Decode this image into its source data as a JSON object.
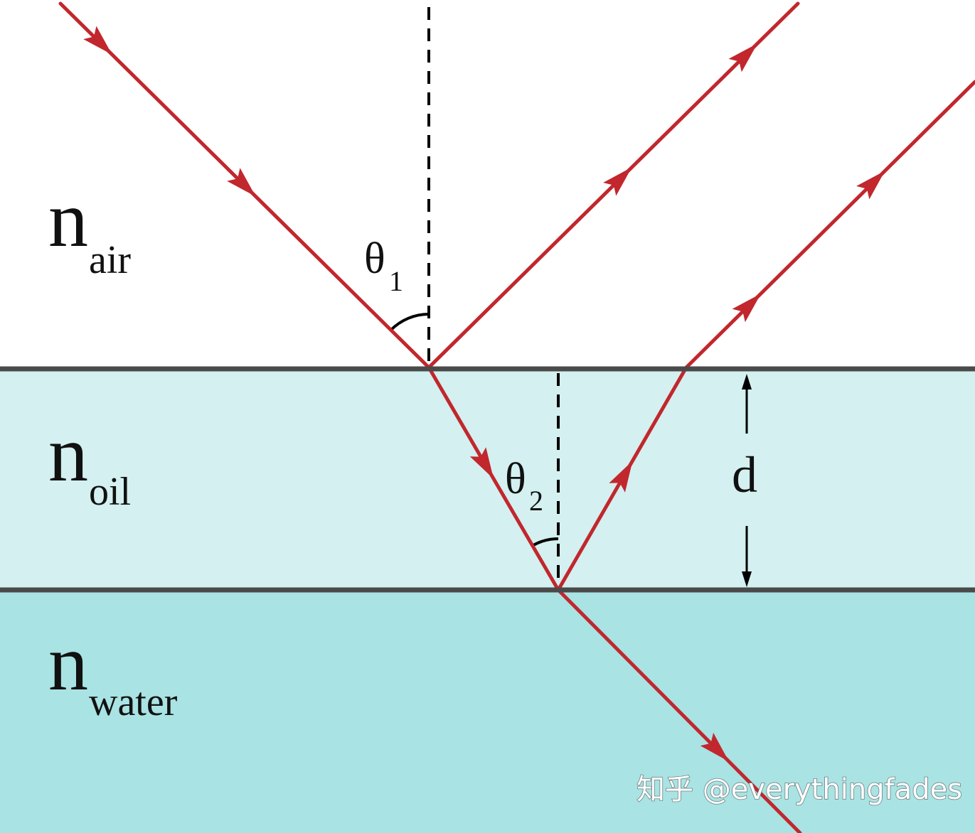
{
  "layers": [
    {
      "label_main": "n",
      "label_sub": "air",
      "color": "#ffffff"
    },
    {
      "label_main": "n",
      "label_sub": "oil",
      "color": "#d4f0f0"
    },
    {
      "label_main": "n",
      "label_sub": "water",
      "color": "#a9e3e4"
    }
  ],
  "angles": [
    {
      "symbol": "θ",
      "sub": "1"
    },
    {
      "symbol": "θ",
      "sub": "2"
    }
  ],
  "thickness_label": "d",
  "watermark": "知乎 @everythingfades",
  "colors": {
    "ray": "#c1272d",
    "interface": "#4a4a4a",
    "normal": "#000000"
  }
}
